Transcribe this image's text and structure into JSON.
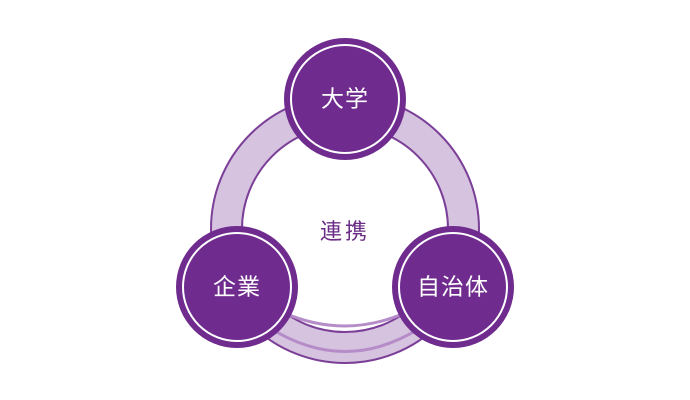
{
  "diagram": {
    "center_label": "連携",
    "nodes": [
      {
        "id": "university",
        "label": "大学"
      },
      {
        "id": "company",
        "label": "企業"
      },
      {
        "id": "municipality",
        "label": "自治体"
      }
    ]
  },
  "colors": {
    "node_fill": "#6f2c8e",
    "node_outline": "#6f2c8e",
    "node_inner_ring": "#ffffff",
    "ring_fill": "#d6c3df",
    "ring_stroke": "#7b3f98",
    "lower_arc": "#b58cc8"
  }
}
